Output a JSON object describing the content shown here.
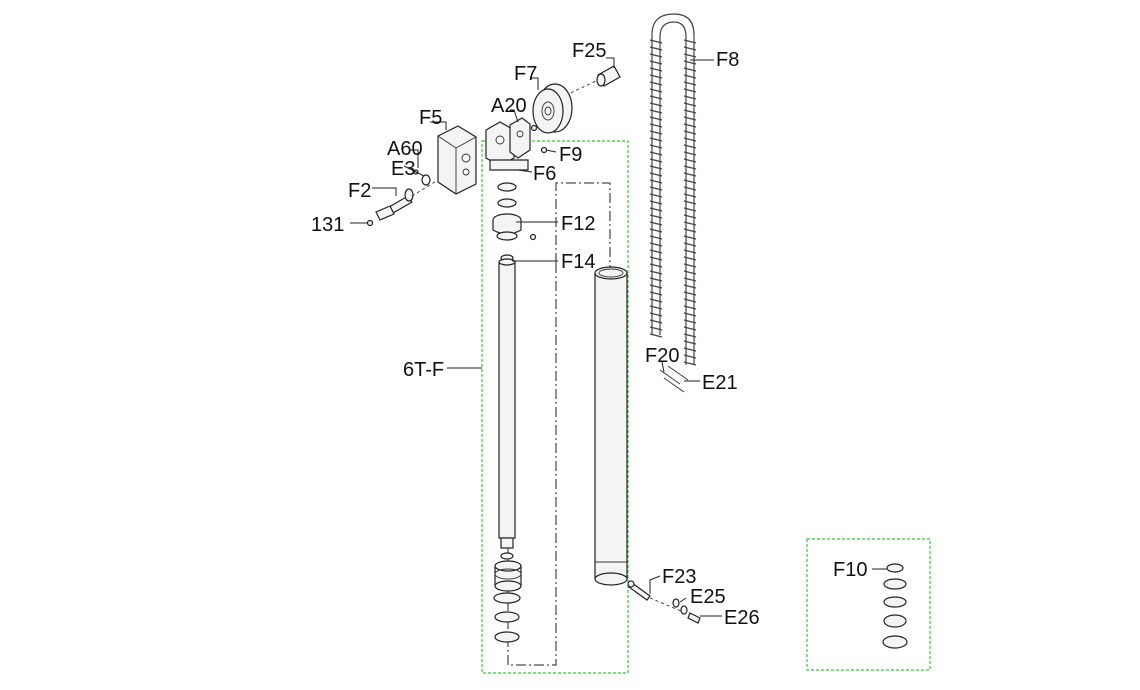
{
  "colors": {
    "assembly_box": "#3ec43e",
    "line": "#222222"
  },
  "labels": {
    "F25": "F25",
    "F8": "F8",
    "F7": "F7",
    "A20": "A20",
    "F5": "F5",
    "A60": "A60",
    "E3": "E3",
    "F9": "F9",
    "F6": "F6",
    "F2": "F2",
    "p131": "131",
    "F12": "F12",
    "F14": "F14",
    "T6F": "6T-F",
    "F20": "F20",
    "E21": "E21",
    "F23": "F23",
    "E25": "E25",
    "E26": "E26",
    "F10": "F10"
  }
}
